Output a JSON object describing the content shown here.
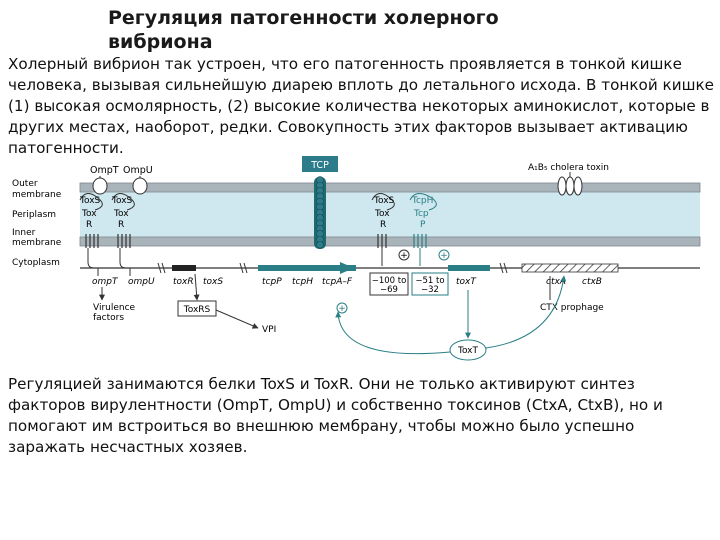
{
  "title": "Регуляция патогенности холерного вибриона",
  "intro": "Холерный вибрион так устроен, что его патогенность проявляется в тонкой кишке человека, вызывая сильнейшую диарею вплоть до летального исхода. В тонкой кишке (1) высокая осмолярность, (2) высокие количества некоторых аминокислот, которые в других местах, наоборот, редки. Совокупность этих факторов вызывает активацию патогенности.",
  "outro": "Регуляцией занимаются белки ToxS и ToxR. Они не только активируют синтез факторов вирулентности (OmpT, OmpU) и собственно токсинов (CtxA, CtxB), но и помогают им встроиться во внешнюю мембрану, чтобы можно было успешно заражать несчастных хозяев.",
  "diagram": {
    "layers": {
      "outer": [
        "Outer",
        "membrane"
      ],
      "periplasm": "Periplasm",
      "inner": [
        "Inner",
        "membrane"
      ],
      "cytoplasm": "Cytoplasm"
    },
    "proteins": {
      "ompt": "OmpT",
      "ompu": "OmpU",
      "toxs": "ToxS",
      "tox": "Tox",
      "r": "R",
      "tcp": "TCP",
      "tcph": "TcpH",
      "tcp_p_top": "Tcp",
      "tcp_p_bottom": "P",
      "toxt": "ToxT",
      "toxrs": "ToxRS",
      "cholera_toxin": "A₁B₅ cholera toxin"
    },
    "genes": {
      "ompt": "ompT",
      "ompu": "ompU",
      "toxr": "toxR",
      "toxs": "toxS",
      "tcpp": "tcpP",
      "tcph": "tcpH",
      "tcpaf": "tcpA–F",
      "toxt": "toxT",
      "ctxa": "ctxA",
      "ctxb": "ctxB"
    },
    "promoters": {
      "p1_top": "−100 to",
      "p1_bottom": "−69",
      "p2_top": "−51 to",
      "p2_bottom": "−32"
    },
    "labels": {
      "virulence": [
        "Virulence",
        "factors"
      ],
      "vpi": "VPI",
      "ctx_prophage": "CTX prophage",
      "plus": "+"
    },
    "colors": {
      "periplasm": "#cfe7ee",
      "membrane": "#a9b3ba",
      "teal": "#2a7f86",
      "dark_teal": "#1f6a70",
      "tcp_box": "#2c7c8c"
    }
  }
}
